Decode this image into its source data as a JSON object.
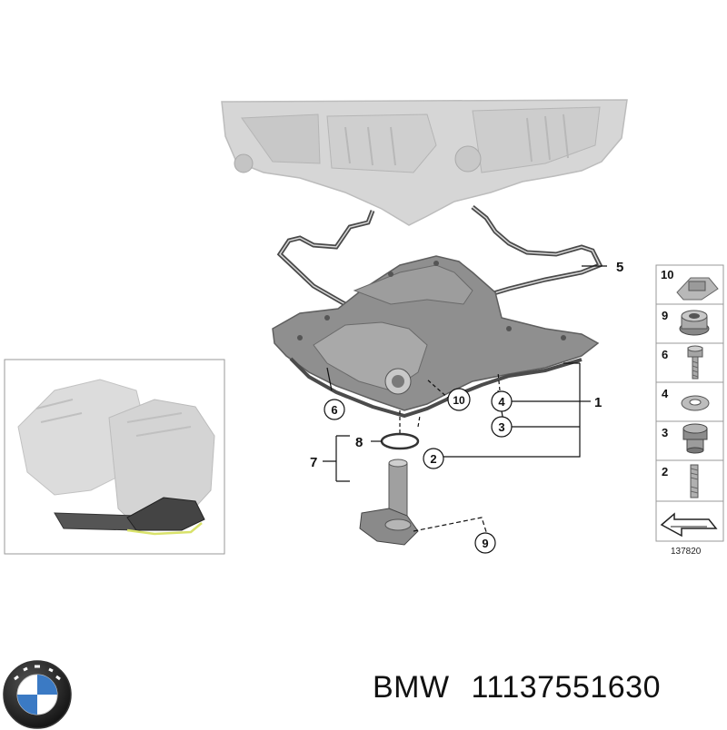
{
  "callouts": {
    "c1": "1",
    "c2": "2",
    "c3": "3",
    "c4": "4",
    "c5": "5",
    "c6": "6",
    "c7": "7",
    "c8": "8",
    "c9": "9",
    "c10": "10"
  },
  "legend": {
    "items": [
      {
        "num": "10",
        "icon": "clip-icon"
      },
      {
        "num": "9",
        "icon": "nut-icon"
      },
      {
        "num": "6",
        "icon": "bolt-icon"
      },
      {
        "num": "4",
        "icon": "washer-icon"
      },
      {
        "num": "3",
        "icon": "drain-plug-icon"
      },
      {
        "num": "2",
        "icon": "stud-icon"
      },
      {
        "num": "",
        "icon": "arrow-icon"
      }
    ],
    "diagram_number": "137820"
  },
  "footer": {
    "brand": "BMW",
    "part_number": "11137551630"
  },
  "colors": {
    "engine_block": "#d3d3d3",
    "oil_pan": "#8c8c8c",
    "gasket": "#555555",
    "logo_blue": "#3b7ac4"
  }
}
